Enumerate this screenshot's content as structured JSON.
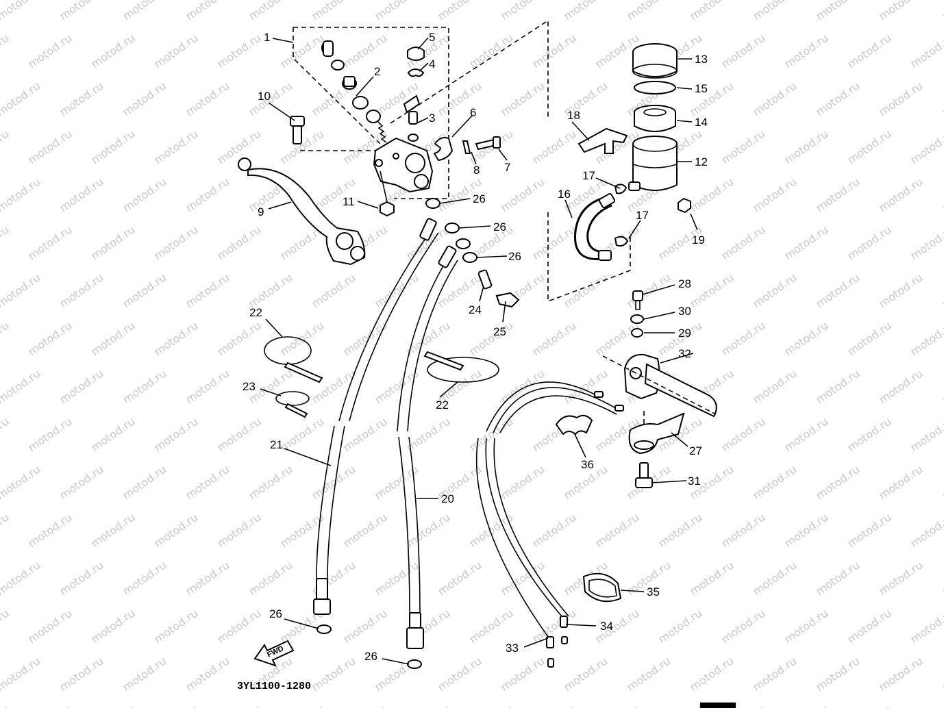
{
  "watermark": "motod.ru",
  "diagram_code": "3YL1100-1280",
  "fwd_label": "FWD",
  "parts": [
    {
      "id": "p1",
      "num": "1"
    },
    {
      "id": "p2",
      "num": "2"
    },
    {
      "id": "p3",
      "num": "3"
    },
    {
      "id": "p4",
      "num": "4"
    },
    {
      "id": "p5",
      "num": "5"
    },
    {
      "id": "p6",
      "num": "6"
    },
    {
      "id": "p7",
      "num": "7"
    },
    {
      "id": "p8",
      "num": "8"
    },
    {
      "id": "p9",
      "num": "9"
    },
    {
      "id": "p10",
      "num": "10"
    },
    {
      "id": "p11",
      "num": "11"
    },
    {
      "id": "p12",
      "num": "12"
    },
    {
      "id": "p13",
      "num": "13"
    },
    {
      "id": "p14",
      "num": "14"
    },
    {
      "id": "p15",
      "num": "15"
    },
    {
      "id": "p16",
      "num": "16"
    },
    {
      "id": "p17a",
      "num": "17"
    },
    {
      "id": "p17b",
      "num": "17"
    },
    {
      "id": "p18",
      "num": "18"
    },
    {
      "id": "p19",
      "num": "19"
    },
    {
      "id": "p20",
      "num": "20"
    },
    {
      "id": "p21",
      "num": "21"
    },
    {
      "id": "p22a",
      "num": "22"
    },
    {
      "id": "p22b",
      "num": "22"
    },
    {
      "id": "p23",
      "num": "23"
    },
    {
      "id": "p24",
      "num": "24"
    },
    {
      "id": "p25",
      "num": "25"
    },
    {
      "id": "p26a",
      "num": "26"
    },
    {
      "id": "p26b",
      "num": "26"
    },
    {
      "id": "p26c",
      "num": "26"
    },
    {
      "id": "p26d",
      "num": "26"
    },
    {
      "id": "p26e",
      "num": "26"
    },
    {
      "id": "p27",
      "num": "27"
    },
    {
      "id": "p28",
      "num": "28"
    },
    {
      "id": "p29",
      "num": "29"
    },
    {
      "id": "p30",
      "num": "30"
    },
    {
      "id": "p31",
      "num": "31"
    },
    {
      "id": "p32",
      "num": "32"
    },
    {
      "id": "p33",
      "num": "33"
    },
    {
      "id": "p34",
      "num": "34"
    },
    {
      "id": "p35",
      "num": "35"
    },
    {
      "id": "p36",
      "num": "36"
    }
  ]
}
